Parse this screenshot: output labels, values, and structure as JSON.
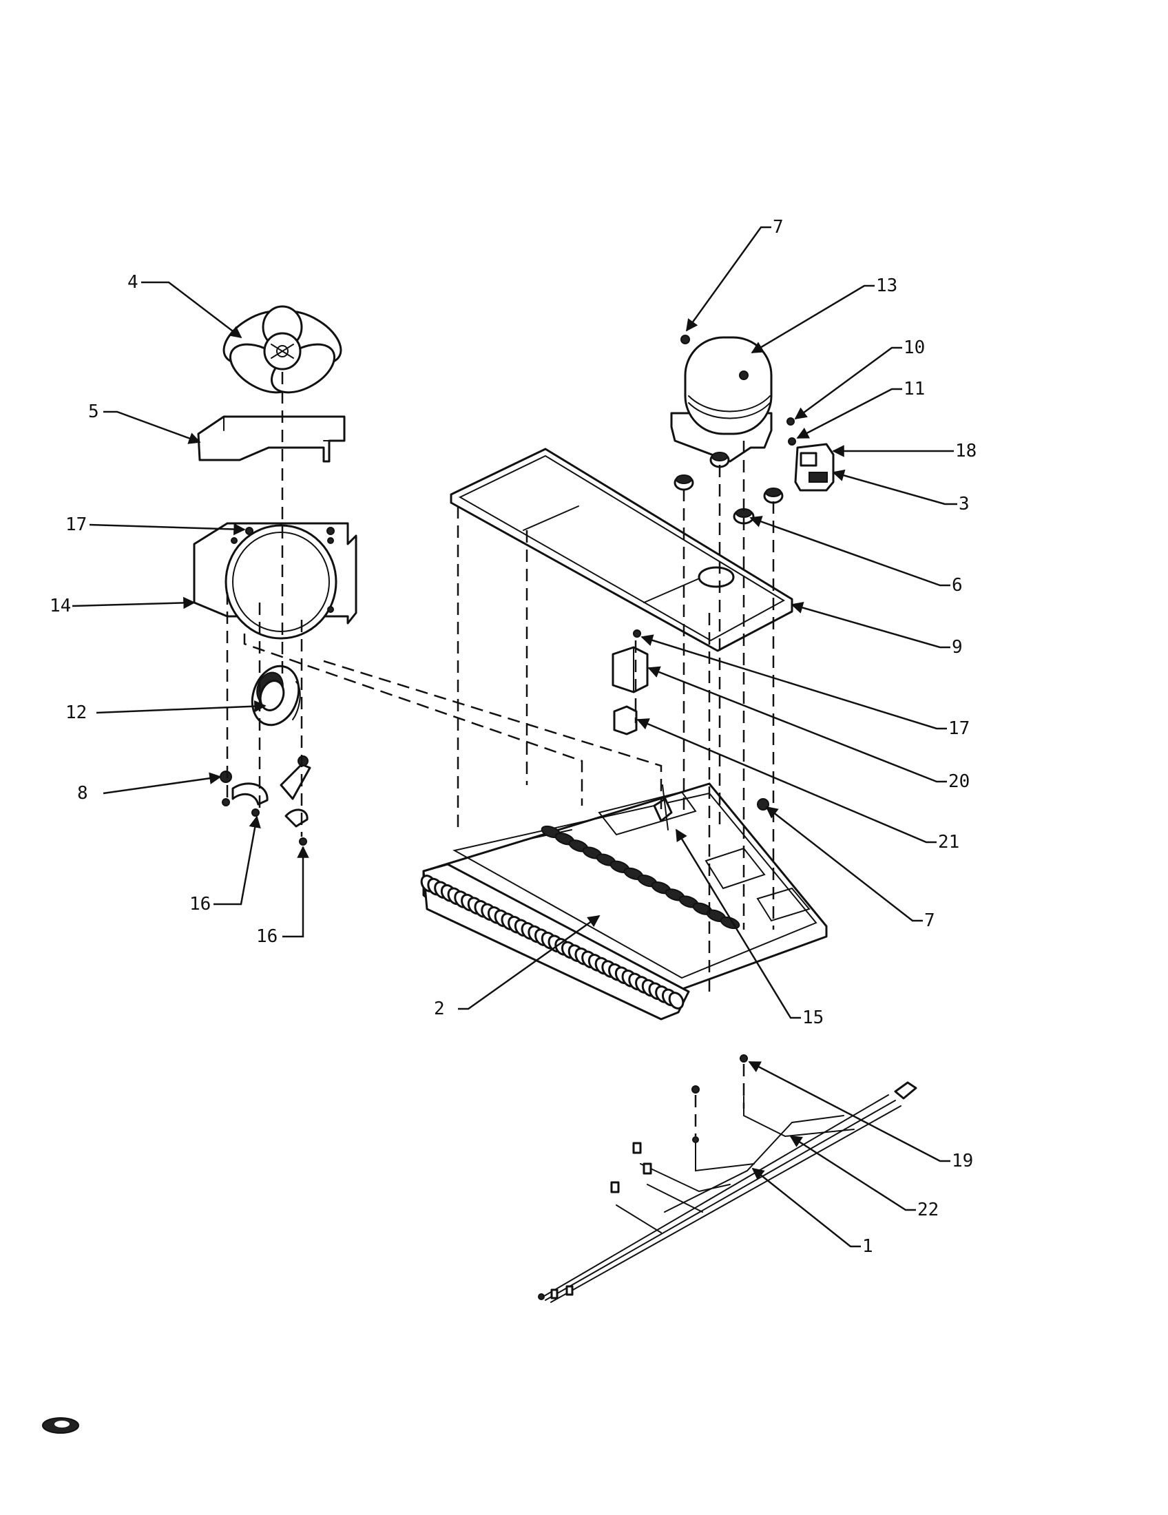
{
  "diagram": {
    "callouts": [
      "1",
      "2",
      "3",
      "4",
      "5",
      "6",
      "7",
      "7",
      "8",
      "9",
      "10",
      "11",
      "12",
      "13",
      "14",
      "15",
      "16",
      "16",
      "17",
      "17",
      "18",
      "19",
      "20",
      "21",
      "22"
    ]
  },
  "colors": {
    "ink": "#111111",
    "paper": "#ffffff"
  }
}
